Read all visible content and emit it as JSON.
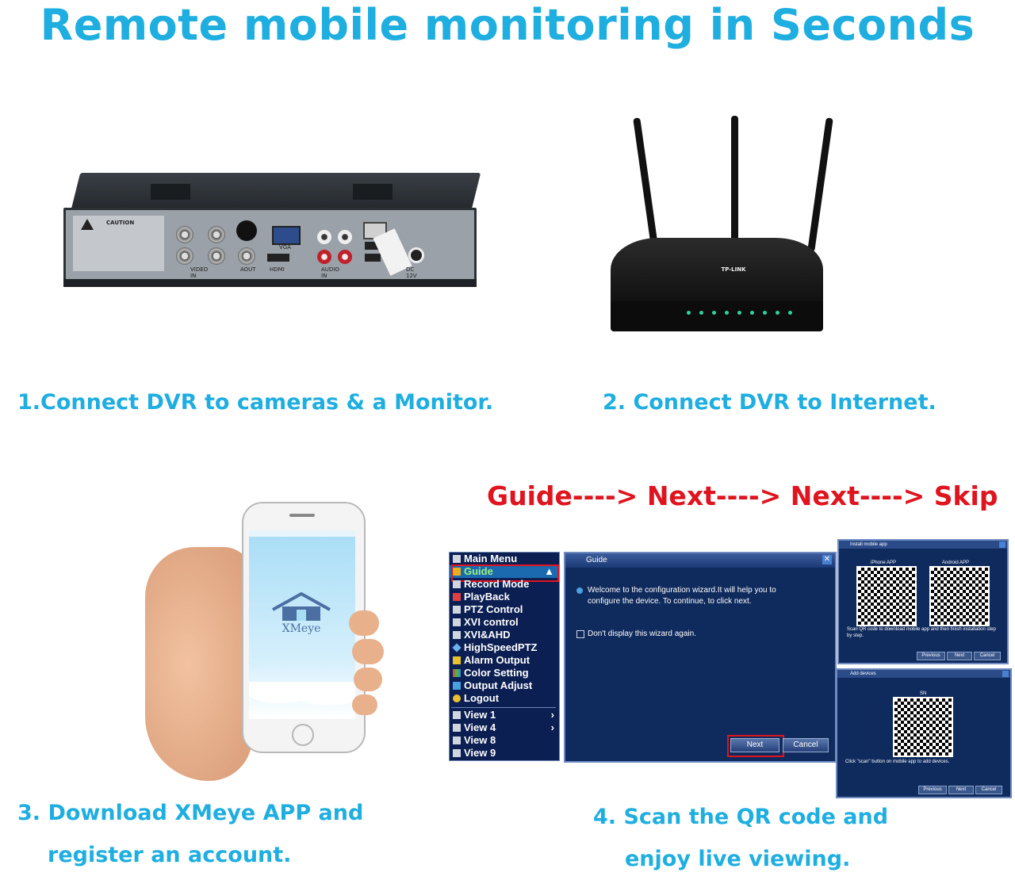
{
  "header": {
    "title": "Remote mobile monitoring in Seconds"
  },
  "steps": {
    "step1": "1.Connect DVR to cameras & a Monitor.",
    "step2": "2. Connect DVR to Internet.",
    "step3_line1": "3. Download XMeye APP and",
    "step3_line2": "register an account.",
    "step4_line1": "4. Scan the QR code and",
    "step4_line2": "enjoy live viewing."
  },
  "guide_flow": "Guide----> Next----> Next----> Skip",
  "dvr": {
    "caution": "CAUTION",
    "video_in": "VIDEO IN",
    "audio_in": "AUDIO IN",
    "vga": "VGA",
    "hdmi": "HDMI",
    "aout": "AOUT",
    "dc": "DC 12V"
  },
  "router": {
    "brand": "TP-LINK"
  },
  "phone": {
    "app_name": "XMeye"
  },
  "main_menu": {
    "title": "Main Menu",
    "items": [
      "Guide",
      "Record Mode",
      "PlayBack",
      "PTZ Control",
      "XVI control",
      "XVI&AHD",
      "HighSpeedPTZ",
      "Alarm Output",
      "Color Setting",
      "Output Adjust",
      "Logout"
    ],
    "views": [
      "View 1",
      "View 4",
      "View 8",
      "View 9"
    ]
  },
  "guide_window": {
    "title": "Guide",
    "message": "Welcome to the configuration wizard.It will help you to configure the device. To continue, to click next.",
    "checkbox_label": "Don't display this wizard again.",
    "next": "Next",
    "cancel": "Cancel"
  },
  "install_window": {
    "title": "Install mobile app",
    "iphone": "iPhone APP",
    "android": "Android APP",
    "hint": "Scan QR code to download mobile app and then finish installation step by step.",
    "previous": "Previous",
    "next": "Next",
    "cancel": "Cancel"
  },
  "add_window": {
    "title": "Add devices",
    "sn": "SN",
    "hint": "Click \"scan\" button on mobile app to add devices.",
    "previous": "Previous",
    "next": "Next",
    "cancel": "Cancel"
  },
  "colors": {
    "title_cyan": "#1eaee0",
    "flow_red": "#e0141e",
    "highlight_red": "#e0141e",
    "dvr_menu_bg": "#0c1f52"
  }
}
